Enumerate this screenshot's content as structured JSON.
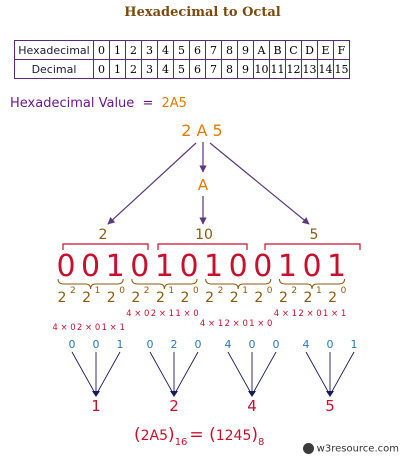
{
  "title": "Hexadecimal to Octal",
  "colors": {
    "title": "#7a4a10",
    "table_header": "#5a2a7a",
    "label": "#6a1a8a",
    "value": "#e07b00",
    "tree_line": "#5a3a7a",
    "digit_group": "#c86e00",
    "binary": "#c8102e",
    "powers": "#8a5a10",
    "products": "#c8102e",
    "bits": "#2a7ab0",
    "octal": "#c8102e",
    "arrow_head": "#1a1a5a"
  },
  "table": {
    "row1_label": "Hexadecimal",
    "row2_label": "Decimal",
    "hex": [
      "0",
      "1",
      "2",
      "3",
      "4",
      "5",
      "6",
      "7",
      "8",
      "9",
      "A",
      "B",
      "C",
      "D",
      "E",
      "F"
    ],
    "dec": [
      "0",
      "1",
      "2",
      "3",
      "4",
      "5",
      "6",
      "7",
      "8",
      "9",
      "10",
      "11",
      "12",
      "13",
      "14",
      "15"
    ]
  },
  "hex_label": "Hexadecimal Value",
  "hex_eq": "=",
  "hex_value": "2A5",
  "tree": {
    "top": "2 A 5",
    "middle": "A",
    "branches": [
      "2",
      "10",
      "5"
    ]
  },
  "binary_digits": [
    "0",
    "0",
    "1",
    "0",
    "1",
    "0",
    "1",
    "0",
    "0",
    "1",
    "0",
    "1"
  ],
  "power_groups": [
    {
      "base": "2",
      "exps": [
        "2",
        "1",
        "0"
      ]
    },
    {
      "base": "2",
      "exps": [
        "2",
        "1",
        "0"
      ]
    },
    {
      "base": "2",
      "exps": [
        "2",
        "1",
        "0"
      ]
    },
    {
      "base": "2",
      "exps": [
        "2",
        "1",
        "0"
      ]
    }
  ],
  "products": [
    [
      "4 × 0",
      "2 × 0",
      "1 × 1"
    ],
    [
      "4 × 0",
      "2 × 1",
      "1 × 0"
    ],
    [
      "4 × 1",
      "2 × 0",
      "1 × 0"
    ],
    [
      "4 × 1",
      "2 × 0",
      "1 × 1"
    ]
  ],
  "bit_groups": [
    [
      "0",
      "0",
      "1"
    ],
    [
      "0",
      "2",
      "0"
    ],
    [
      "4",
      "0",
      "0"
    ],
    [
      "4",
      "0",
      "1"
    ]
  ],
  "octal_digits": [
    "1",
    "2",
    "4",
    "5"
  ],
  "result": {
    "hex": "2A5",
    "hex_base": "16",
    "eq": "=",
    "oct": "1245",
    "oct_base": "8"
  },
  "footer": "w3resource.com"
}
